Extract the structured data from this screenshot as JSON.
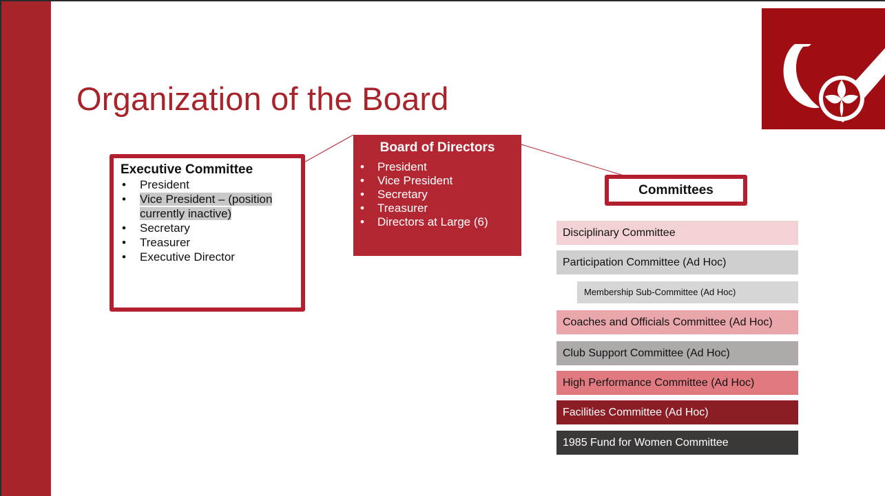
{
  "slide": {
    "title": "Organization of the Board",
    "colors": {
      "accent": "#a8242b",
      "box_border": "#b31f2f",
      "board_fill": "#b32733",
      "logo_bg": "#a00d12"
    }
  },
  "logo": {
    "icon": "trillium-logo-icon"
  },
  "executive_committee": {
    "heading": "Executive Committee",
    "bullet": "•",
    "items": [
      {
        "label": "President",
        "highlighted": false
      },
      {
        "label": "Vice President – (position currently inactive)",
        "highlighted": true
      },
      {
        "label": "Secretary",
        "highlighted": false
      },
      {
        "label": "Treasurer",
        "highlighted": false
      },
      {
        "label": "Executive Director",
        "highlighted": false
      }
    ]
  },
  "board_of_directors": {
    "heading": "Board of Directors",
    "bullet": "•",
    "items": [
      {
        "label": "President"
      },
      {
        "label": "Vice President"
      },
      {
        "label": "Secretary"
      },
      {
        "label": "Treasurer"
      },
      {
        "label": "Directors at Large (6)"
      }
    ]
  },
  "committees": {
    "heading": "Committees",
    "items": [
      {
        "label": "Disciplinary Committee",
        "fill": "#f3d2d5",
        "text_color": "#111111"
      },
      {
        "label": "Participation Committee (Ad Hoc)",
        "fill": "#cfcfcf",
        "text_color": "#111111"
      },
      {
        "label": "Membership Sub-Committee (Ad Hoc)",
        "fill": "#d6d6d6",
        "text_color": "#111111",
        "sub": true
      },
      {
        "label": "Coaches and Officials Committee (Ad Hoc)",
        "fill": "#e9a6ab",
        "text_color": "#111111"
      },
      {
        "label": "Club Support Committee (Ad Hoc)",
        "fill": "#aeaaaa",
        "text_color": "#111111"
      },
      {
        "label": "High Performance Committee (Ad Hoc)",
        "fill": "#e07a80",
        "text_color": "#111111"
      },
      {
        "label": "Facilities Committee (Ad Hoc)",
        "fill": "#8b1d24",
        "text_color": "#ffffff"
      },
      {
        "label": "1985 Fund for Women Committee",
        "fill": "#3b3838",
        "text_color": "#ffffff"
      }
    ]
  }
}
